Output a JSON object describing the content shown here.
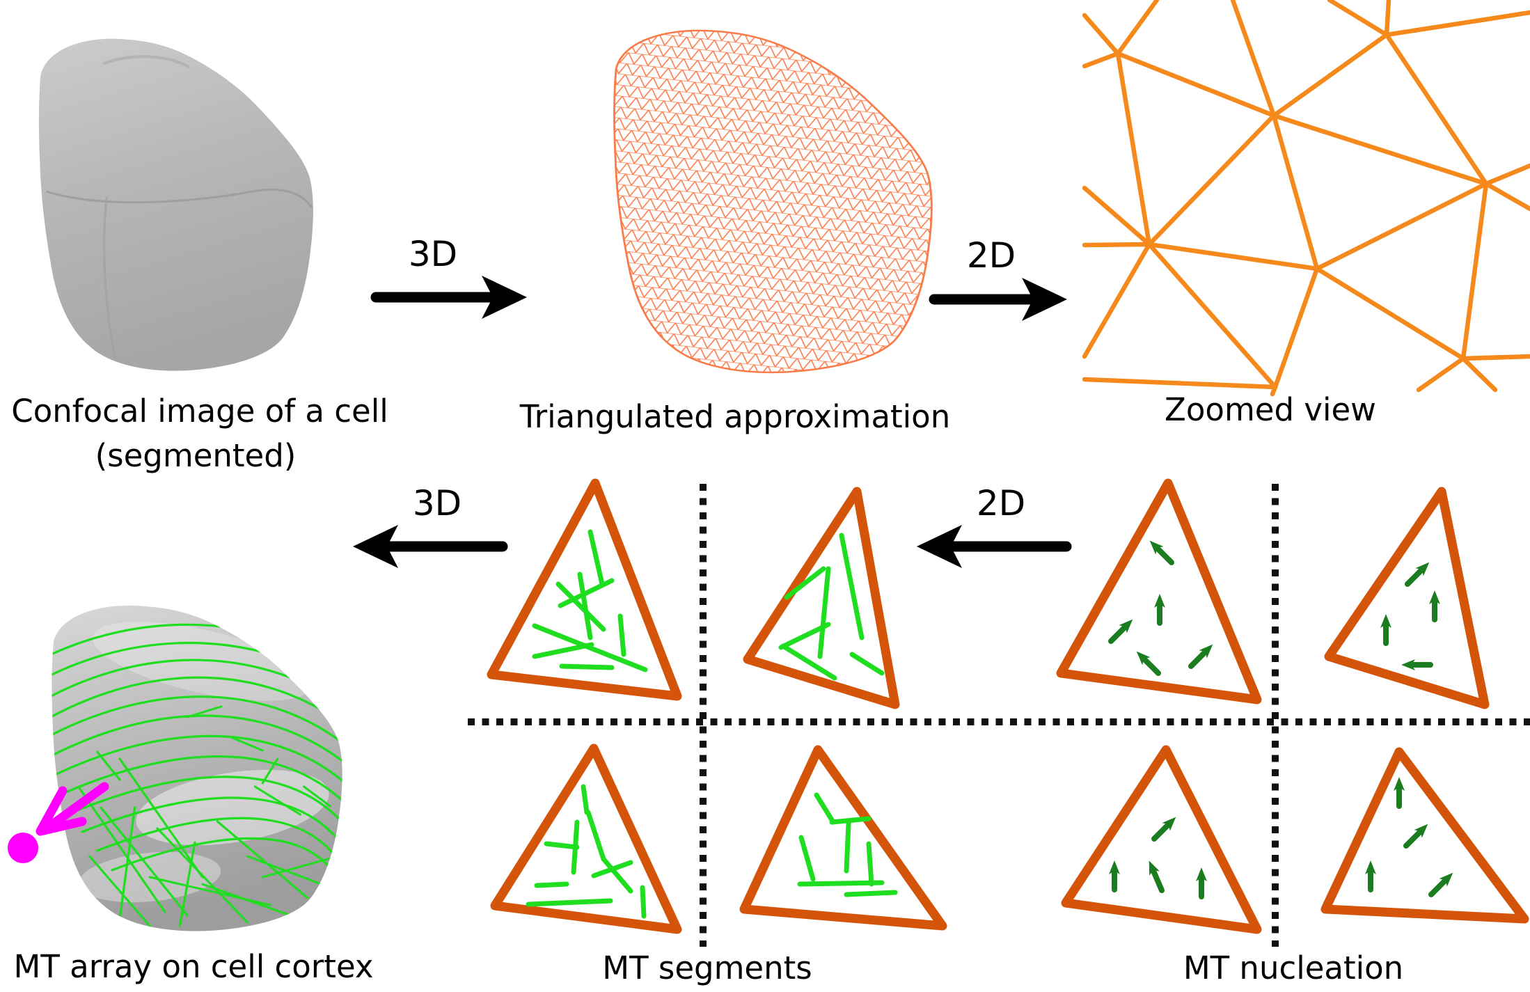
{
  "figure": {
    "type": "scientific-workflow-diagram",
    "captions": {
      "confocal_line1": "Confocal image of a cell",
      "confocal_line2": "(segmented)",
      "triangulated": "Triangulated approximation",
      "zoomed": "Zoomed view",
      "mt_array": "MT array on cell cortex",
      "mt_segments": "MT segments",
      "mt_nucleation": "MT nucleation"
    },
    "arrow_labels": {
      "top_forward": "3D",
      "top_zoom": "2D",
      "bottom_back": "3D",
      "bottom_from_nucleation": "2D"
    },
    "colors": {
      "background": "#ffffff",
      "text": "#000000",
      "arrow_black": "#000000",
      "wireframe_orange": "#fb7c4b",
      "zoom_mesh_orange": "#f6891c",
      "triangle_orange": "#d4540a",
      "mt_green": "#1fdd1f",
      "nucleation_green": "#1b7d20",
      "magenta": "#ff00fe",
      "cell_gray": "#b5b5b5",
      "dotted_line": "#111111"
    }
  }
}
